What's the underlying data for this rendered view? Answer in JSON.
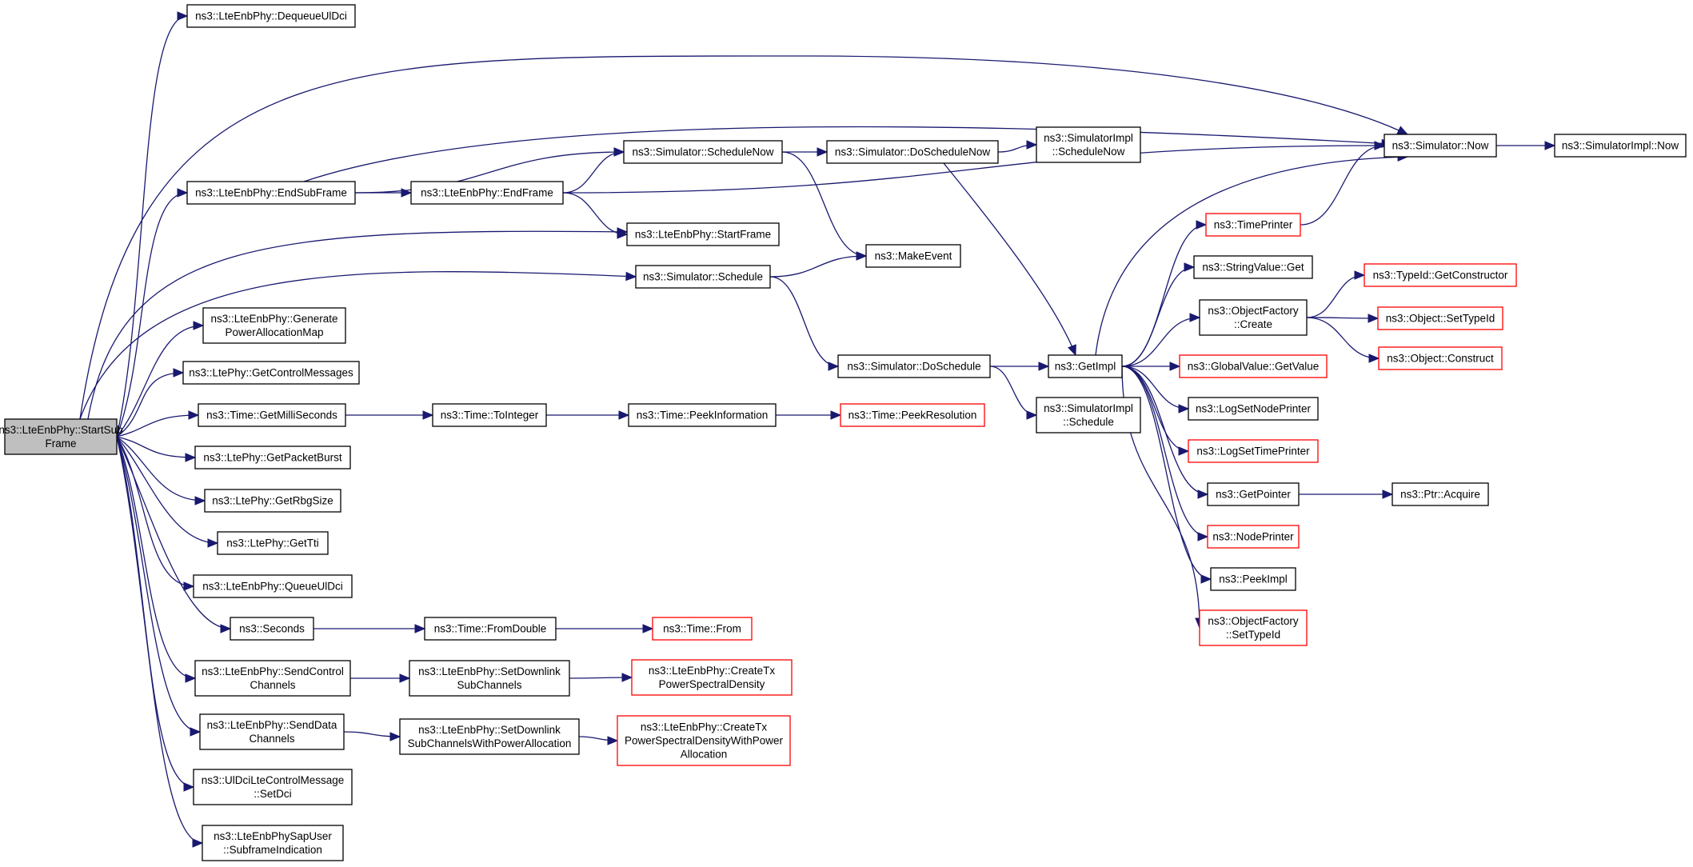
{
  "colors": {
    "edge": "#191970",
    "node_border": "#000000",
    "node_border_incomplete": "#ff0000",
    "root_fill": "#bfbfbf",
    "background": "#ffffff"
  },
  "nodes": [
    {
      "id": "root",
      "lines": [
        "ns3::LteEnbPhy::StartSub",
        "Frame"
      ],
      "root": true
    },
    {
      "id": "dequeue",
      "lines": [
        "ns3::LteEnbPhy::DequeueUlDci"
      ]
    },
    {
      "id": "endsub",
      "lines": [
        "ns3::LteEnbPhy::EndSubFrame"
      ]
    },
    {
      "id": "genpow",
      "lines": [
        "ns3::LteEnbPhy::Generate",
        "PowerAllocationMap"
      ]
    },
    {
      "id": "getctrl",
      "lines": [
        "ns3::LtePhy::GetControlMessages"
      ]
    },
    {
      "id": "getms",
      "lines": [
        "ns3::Time::GetMilliSeconds"
      ]
    },
    {
      "id": "getpkt",
      "lines": [
        "ns3::LtePhy::GetPacketBurst"
      ]
    },
    {
      "id": "getrbg",
      "lines": [
        "ns3::LtePhy::GetRbgSize"
      ]
    },
    {
      "id": "gettti",
      "lines": [
        "ns3::LtePhy::GetTti"
      ]
    },
    {
      "id": "queue",
      "lines": [
        "ns3::LteEnbPhy::QueueUlDci"
      ]
    },
    {
      "id": "seconds",
      "lines": [
        "ns3::Seconds"
      ]
    },
    {
      "id": "sendctrl",
      "lines": [
        "ns3::LteEnbPhy::SendControl",
        "Channels"
      ]
    },
    {
      "id": "senddata",
      "lines": [
        "ns3::LteEnbPhy::SendData",
        "Channels"
      ]
    },
    {
      "id": "setdci",
      "lines": [
        "ns3::UlDciLteControlMessage",
        "::SetDci"
      ]
    },
    {
      "id": "subind",
      "lines": [
        "ns3::LteEnbPhySapUser",
        "::SubframeIndication"
      ]
    },
    {
      "id": "endframe",
      "lines": [
        "ns3::LteEnbPhy::EndFrame"
      ]
    },
    {
      "id": "schednow",
      "lines": [
        "ns3::Simulator::ScheduleNow"
      ]
    },
    {
      "id": "startframe",
      "lines": [
        "ns3::LteEnbPhy::StartFrame"
      ]
    },
    {
      "id": "sched",
      "lines": [
        "ns3::Simulator::Schedule"
      ]
    },
    {
      "id": "toint",
      "lines": [
        "ns3::Time::ToInteger"
      ]
    },
    {
      "id": "fromdouble",
      "lines": [
        "ns3::Time::FromDouble"
      ]
    },
    {
      "id": "setdl",
      "lines": [
        "ns3::LteEnbPhy::SetDownlink",
        "SubChannels"
      ]
    },
    {
      "id": "setdlpow",
      "lines": [
        "ns3::LteEnbPhy::SetDownlink",
        "SubChannelsWithPowerAllocation"
      ]
    },
    {
      "id": "dosnow",
      "lines": [
        "ns3::Simulator::DoScheduleNow"
      ]
    },
    {
      "id": "makeevent",
      "lines": [
        "ns3::MakeEvent"
      ]
    },
    {
      "id": "dosched",
      "lines": [
        "ns3::Simulator::DoSchedule"
      ]
    },
    {
      "id": "peekinfo",
      "lines": [
        "ns3::Time::PeekInformation"
      ]
    },
    {
      "id": "from",
      "lines": [
        "ns3::Time::From"
      ],
      "red": true
    },
    {
      "id": "createtx",
      "lines": [
        "ns3::LteEnbPhy::CreateTx",
        "PowerSpectralDensity"
      ],
      "red": true
    },
    {
      "id": "createtxpow",
      "lines": [
        "ns3::LteEnbPhy::CreateTx",
        "PowerSpectralDensityWithPower",
        "Allocation"
      ],
      "red": true
    },
    {
      "id": "simimplsnow",
      "lines": [
        "ns3::SimulatorImpl",
        "::ScheduleNow"
      ]
    },
    {
      "id": "getimpl",
      "lines": [
        "ns3::GetImpl"
      ]
    },
    {
      "id": "simimplsched",
      "lines": [
        "ns3::SimulatorImpl",
        "::Schedule"
      ]
    },
    {
      "id": "peekres",
      "lines": [
        "ns3::Time::PeekResolution"
      ],
      "red": true
    },
    {
      "id": "simnow",
      "lines": [
        "ns3::Simulator::Now"
      ]
    },
    {
      "id": "timeprinter",
      "lines": [
        "ns3::TimePrinter"
      ],
      "red": true
    },
    {
      "id": "strget",
      "lines": [
        "ns3::StringValue::Get"
      ]
    },
    {
      "id": "ofcreate",
      "lines": [
        "ns3::ObjectFactory",
        "::Create"
      ]
    },
    {
      "id": "gvget",
      "lines": [
        "ns3::GlobalValue::GetValue"
      ],
      "red": true
    },
    {
      "id": "lognode",
      "lines": [
        "ns3::LogSetNodePrinter"
      ]
    },
    {
      "id": "logtime",
      "lines": [
        "ns3::LogSetTimePrinter"
      ],
      "red": true
    },
    {
      "id": "getptr",
      "lines": [
        "ns3::GetPointer"
      ]
    },
    {
      "id": "nodeprinter",
      "lines": [
        "ns3::NodePrinter"
      ],
      "red": true
    },
    {
      "id": "peekimpl",
      "lines": [
        "ns3::PeekImpl"
      ]
    },
    {
      "id": "ofsettype",
      "lines": [
        "ns3::ObjectFactory",
        "::SetTypeId"
      ],
      "red": true
    },
    {
      "id": "simimplnow",
      "lines": [
        "ns3::SimulatorImpl::Now"
      ]
    },
    {
      "id": "getctor",
      "lines": [
        "ns3::TypeId::GetConstructor"
      ],
      "red": true
    },
    {
      "id": "objsettype",
      "lines": [
        "ns3::Object::SetTypeId"
      ],
      "red": true
    },
    {
      "id": "objconstruct",
      "lines": [
        "ns3::Object::Construct"
      ],
      "red": true
    },
    {
      "id": "ptracquire",
      "lines": [
        "ns3::Ptr::Acquire"
      ]
    }
  ],
  "edges": [
    [
      "root",
      "dequeue"
    ],
    [
      "root",
      "endsub"
    ],
    [
      "root",
      "genpow"
    ],
    [
      "root",
      "getctrl"
    ],
    [
      "root",
      "getms"
    ],
    [
      "root",
      "getpkt"
    ],
    [
      "root",
      "getrbg"
    ],
    [
      "root",
      "gettti"
    ],
    [
      "root",
      "queue"
    ],
    [
      "root",
      "seconds"
    ],
    [
      "root",
      "sendctrl"
    ],
    [
      "root",
      "senddata"
    ],
    [
      "root",
      "setdci"
    ],
    [
      "root",
      "subind"
    ],
    [
      "root",
      "simnow"
    ],
    [
      "root",
      "sched"
    ],
    [
      "root",
      "startframe"
    ],
    [
      "endsub",
      "endframe"
    ],
    [
      "endsub",
      "schednow"
    ],
    [
      "endsub",
      "simnow"
    ],
    [
      "endframe",
      "schednow"
    ],
    [
      "endframe",
      "startframe"
    ],
    [
      "endframe",
      "simnow"
    ],
    [
      "schednow",
      "dosnow"
    ],
    [
      "schednow",
      "makeevent"
    ],
    [
      "sched",
      "makeevent"
    ],
    [
      "sched",
      "dosched"
    ],
    [
      "dosnow",
      "simimplsnow"
    ],
    [
      "dosnow",
      "getimpl"
    ],
    [
      "dosched",
      "getimpl"
    ],
    [
      "dosched",
      "simimplsched"
    ],
    [
      "getms",
      "toint"
    ],
    [
      "toint",
      "peekinfo"
    ],
    [
      "peekinfo",
      "peekres"
    ],
    [
      "seconds",
      "fromdouble"
    ],
    [
      "fromdouble",
      "from"
    ],
    [
      "sendctrl",
      "setdl"
    ],
    [
      "setdl",
      "createtx"
    ],
    [
      "senddata",
      "setdlpow"
    ],
    [
      "setdlpow",
      "createtxpow"
    ],
    [
      "getimpl",
      "simnow"
    ],
    [
      "getimpl",
      "timeprinter"
    ],
    [
      "getimpl",
      "strget"
    ],
    [
      "getimpl",
      "ofcreate"
    ],
    [
      "getimpl",
      "gvget"
    ],
    [
      "getimpl",
      "lognode"
    ],
    [
      "getimpl",
      "logtime"
    ],
    [
      "getimpl",
      "getptr"
    ],
    [
      "getimpl",
      "nodeprinter"
    ],
    [
      "getimpl",
      "peekimpl"
    ],
    [
      "getimpl",
      "ofsettype"
    ],
    [
      "timeprinter",
      "simnow"
    ],
    [
      "simnow",
      "simimplnow"
    ],
    [
      "ofcreate",
      "getctor"
    ],
    [
      "ofcreate",
      "objsettype"
    ],
    [
      "ofcreate",
      "objconstruct"
    ],
    [
      "getptr",
      "ptracquire"
    ]
  ]
}
